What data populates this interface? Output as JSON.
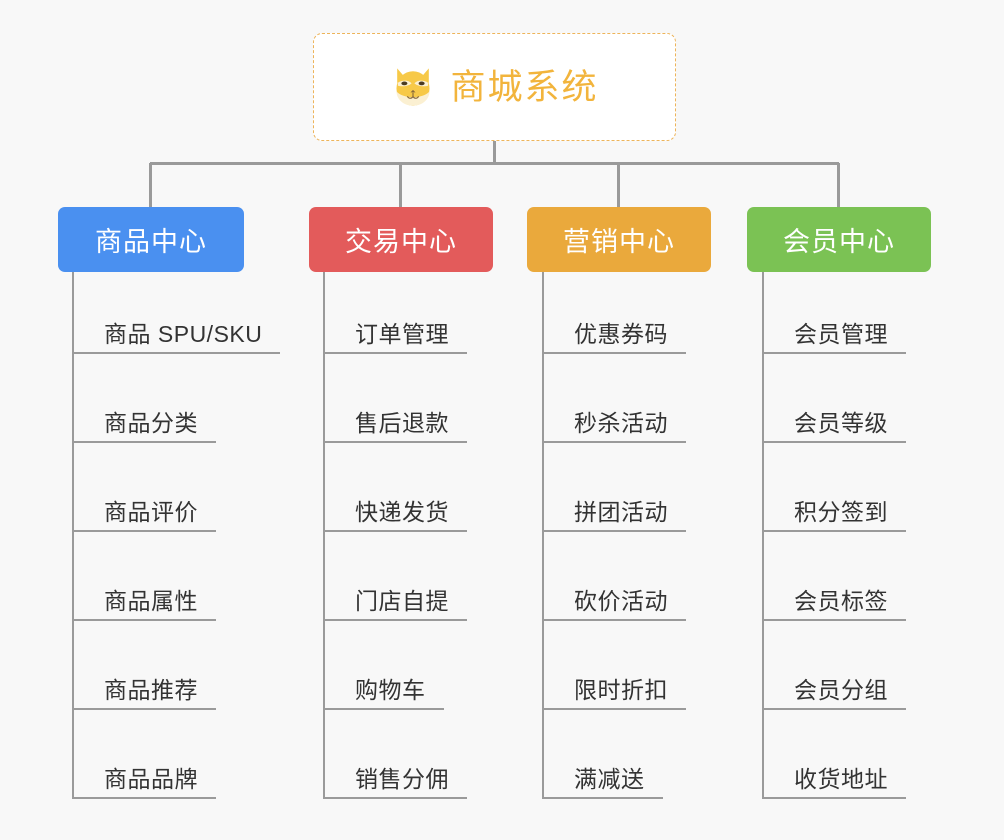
{
  "diagram": {
    "type": "mind-map",
    "background_color": "#f8f8f8",
    "connector_color": "#9a9a9a",
    "root": {
      "icon": "shiba-dog-face-icon",
      "title": "商城系统",
      "text_color": "#f2b43c",
      "border_color": "#edb45a",
      "border_style": "dashed",
      "background_color": "#ffffff"
    },
    "branches": [
      {
        "label": "商品中心",
        "color": "#4a90f0",
        "items": [
          "商品 SPU/SKU",
          "商品分类",
          "商品评价",
          "商品属性",
          "商品推荐",
          "商品品牌"
        ]
      },
      {
        "label": "交易中心",
        "color": "#e35b5b",
        "items": [
          "订单管理",
          "售后退款",
          "快递发货",
          "门店自提",
          "购物车",
          "销售分佣"
        ]
      },
      {
        "label": "营销中心",
        "color": "#eaa93c",
        "items": [
          "优惠券码",
          "秒杀活动",
          "拼团活动",
          "砍价活动",
          "限时折扣",
          "满减送"
        ]
      },
      {
        "label": "会员中心",
        "color": "#7bc254",
        "items": [
          "会员管理",
          "会员等级",
          "积分签到",
          "会员标签",
          "会员分组",
          "收货地址"
        ]
      }
    ]
  }
}
